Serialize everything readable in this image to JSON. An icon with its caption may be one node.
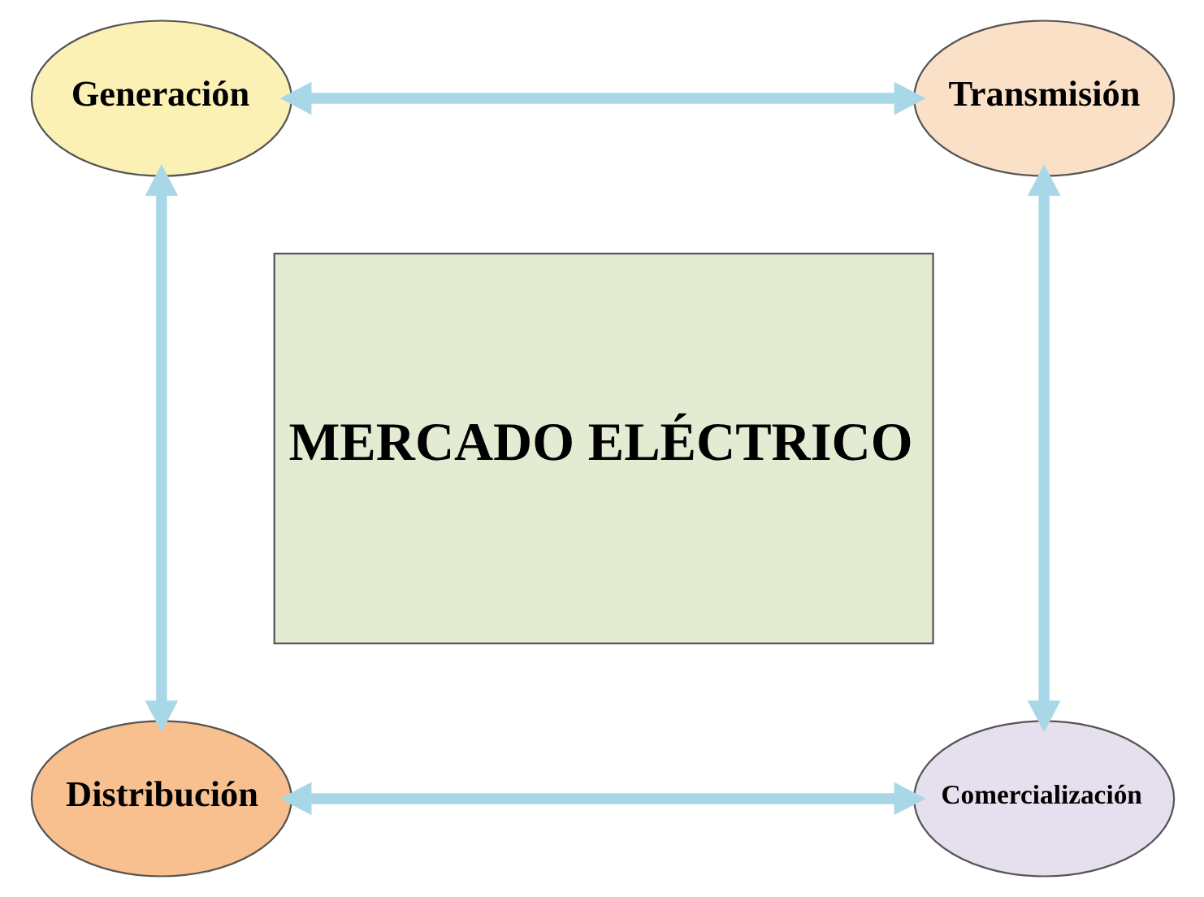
{
  "diagram": {
    "nodes": [
      {
        "text": [
          "Generación"
        ]
      },
      {
        "text": [
          "Transmisión"
        ]
      },
      {
        "text": [
          "MERCADO ELÉCTRICO"
        ]
      },
      {
        "text": [
          "Distribución"
        ]
      },
      {
        "text": [
          "Comercialización"
        ]
      }
    ],
    "edges": [
      {
        "from": 0,
        "to": 1,
        "arrow": "both"
      },
      {
        "from": 0,
        "to": 3,
        "arrow": "both"
      },
      {
        "from": 1,
        "to": 4,
        "arrow": "both"
      },
      {
        "from": 3,
        "to": 4,
        "arrow": "both"
      }
    ]
  }
}
